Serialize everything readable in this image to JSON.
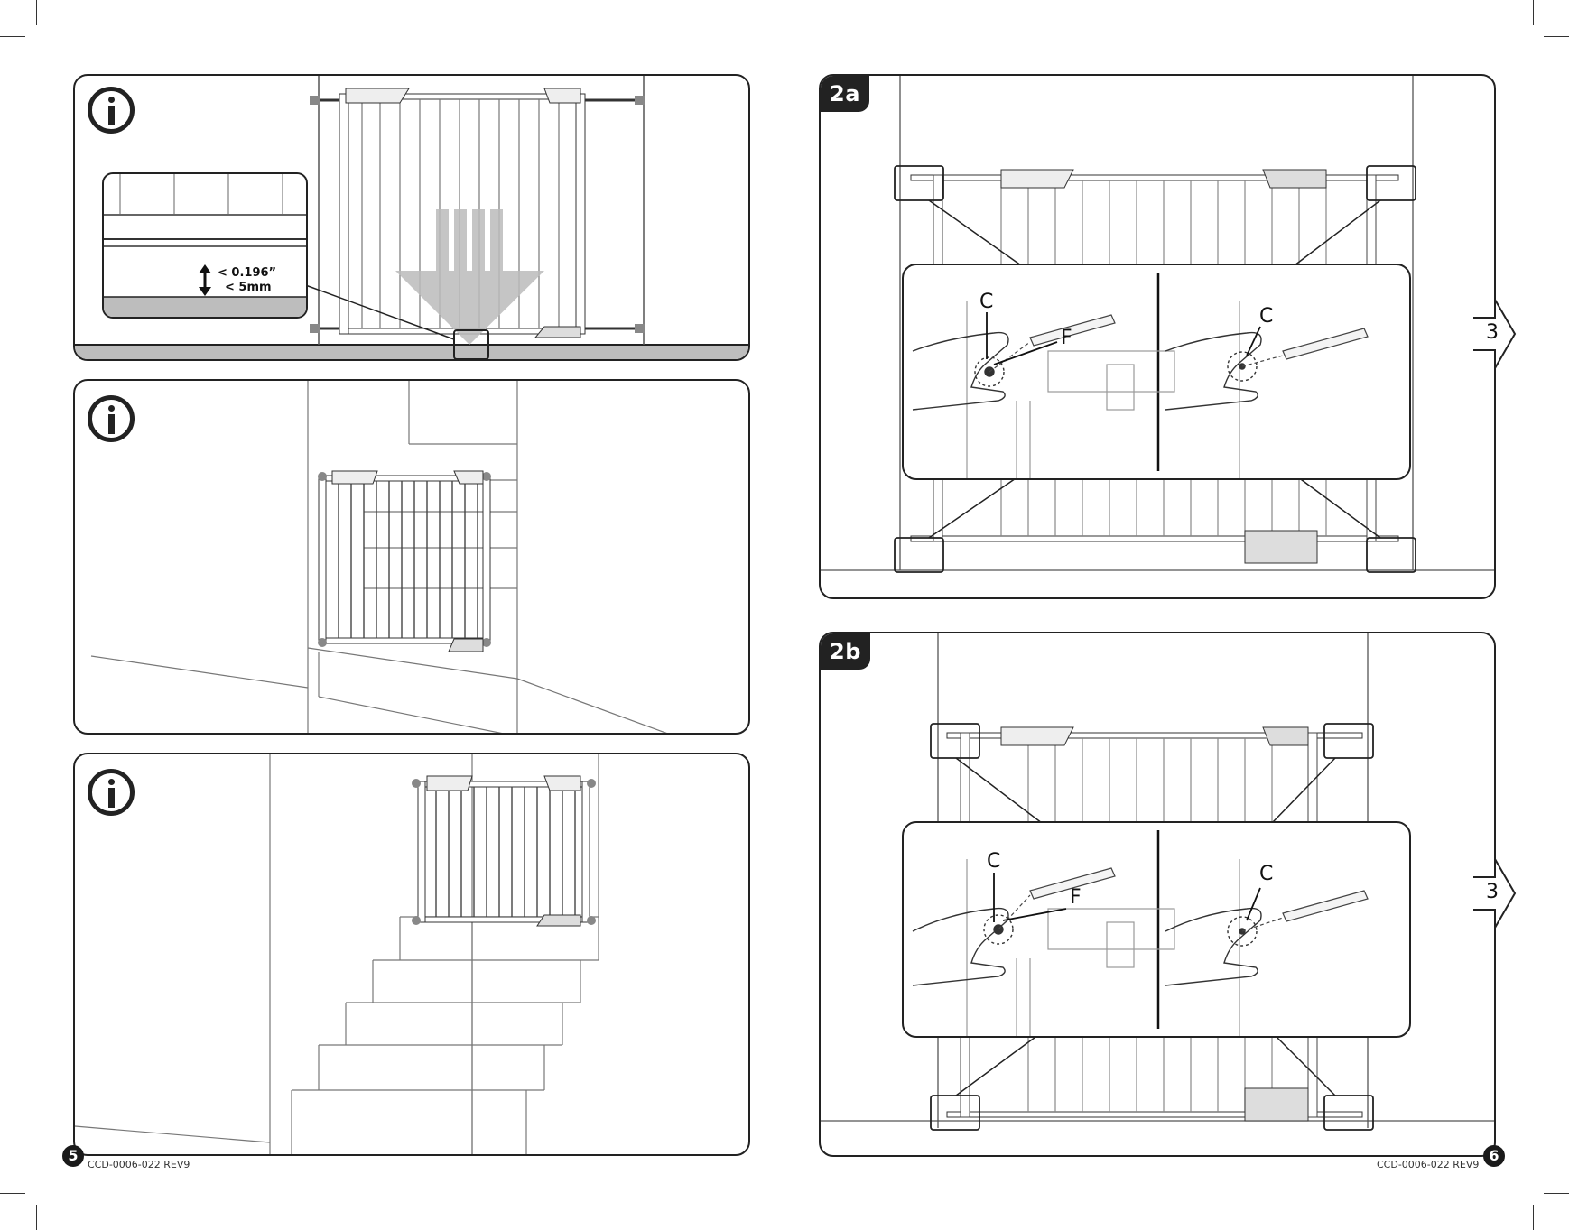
{
  "panels": {
    "info1": {
      "measurement_in": "< 0.196”",
      "measurement_mm": "< 5mm"
    },
    "step_2a": {
      "badge": "2a",
      "label_c_left": "C",
      "label_f": "F",
      "label_c_right": "C",
      "next_step": "3"
    },
    "step_2b": {
      "badge": "2b",
      "label_c_left": "C",
      "label_f": "F",
      "label_c_right": "C",
      "next_step": "3"
    }
  },
  "footer": {
    "left_page_number": "5",
    "left_doc_ref": "CCD-0006-022 REV9",
    "right_doc_ref": "CCD-0006-022 REV9",
    "right_page_number": "6"
  },
  "icons": [
    "info-icon",
    "double-arrow-icon",
    "down-arrow-icon",
    "next-step-arrow-icon"
  ],
  "colors": {
    "ink": "#222222",
    "floor": "#bdbdbd",
    "arrow": "#bcbcbc"
  }
}
